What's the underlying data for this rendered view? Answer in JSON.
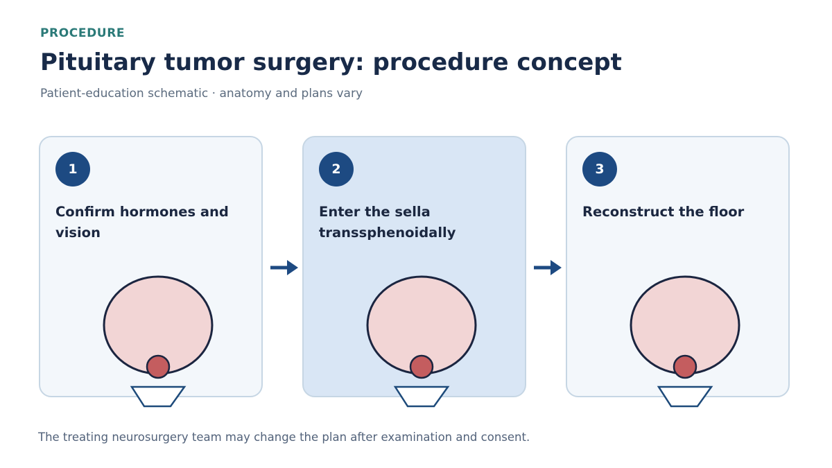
{
  "header": {
    "eyebrow": "PROCEDURE",
    "title": "Pituitary tumor surgery: procedure concept",
    "subtitle": "Patient-education schematic · anatomy and plans vary"
  },
  "steps": [
    {
      "number": "1",
      "label": "Confirm hormones and vision"
    },
    {
      "number": "2",
      "label": "Enter the sella transsphenoidally"
    },
    {
      "number": "3",
      "label": "Reconstruct the floor"
    }
  ],
  "footnote": "The treating neurosurgery team may change the plan after examination and consent.",
  "icons": {
    "step_arrow": "right-arrow-icon",
    "brain": "brain-outline",
    "tumor": "pituitary-tumor-dot",
    "sella": "sella-trapezoid"
  },
  "colors": {
    "eyebrow": "#2b7a78",
    "title": "#182a48",
    "badge": "#1d4a82",
    "card_bg": "#f3f7fb",
    "card_active_bg": "#d9e6f5",
    "card_border": "#c6d6e4",
    "brain_fill": "#f2d5d5",
    "brain_stroke": "#1b2540",
    "tumor_fill": "#c45d5f",
    "sella_stroke": "#1d4a7a",
    "arrow": "#1d4a82"
  }
}
